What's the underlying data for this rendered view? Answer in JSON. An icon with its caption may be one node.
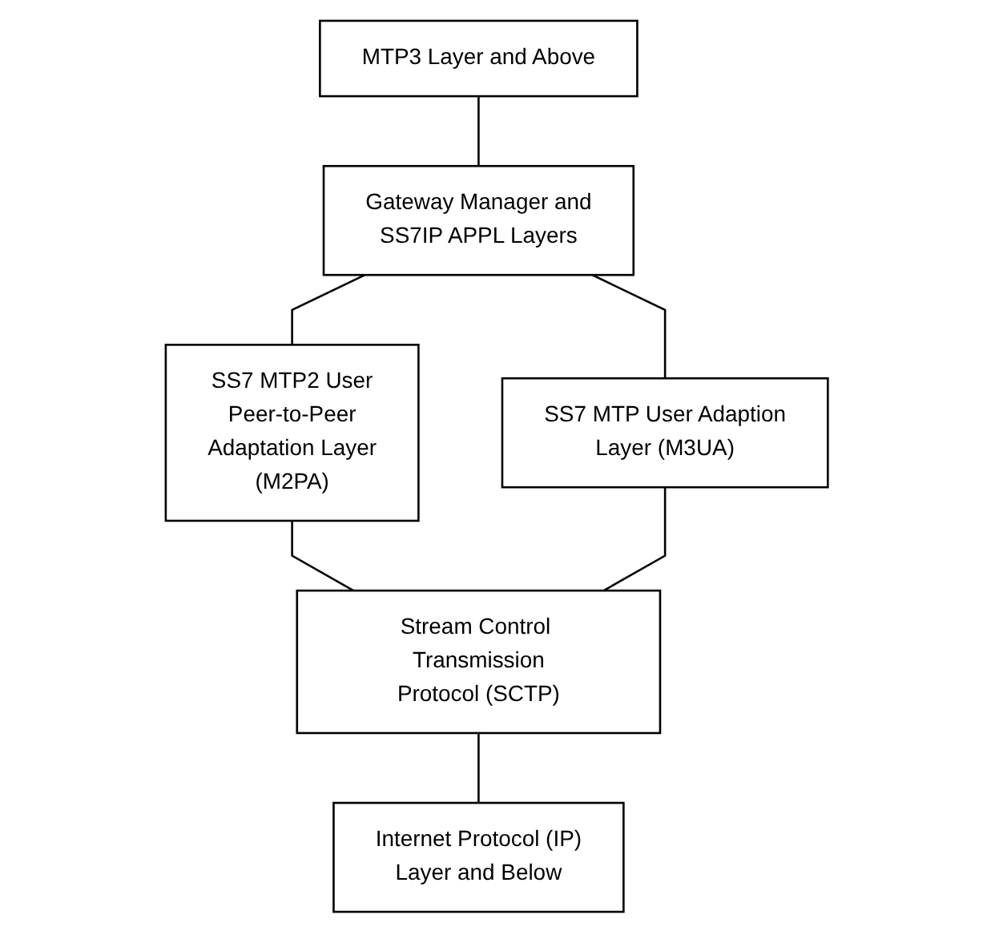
{
  "diagram": {
    "nodes": [
      {
        "text": [
          "MTP3 Layer and Above"
        ]
      },
      {
        "text": [
          "Gateway Manager and SS7IP APPL Layers"
        ]
      },
      {
        "text": [
          "SS7 MTP2 User Peer-to-Peer Adaptation Layer (M2PA)"
        ]
      },
      {
        "text": [
          "SS7 MTP User Adaption Layer (M3UA)"
        ]
      },
      {
        "text": [
          "Stream Control Transmission Protocol (SCTP)"
        ]
      },
      {
        "text": [
          "Internet Protocol (IP) Layer and Below"
        ]
      }
    ],
    "edges": [
      {
        "from": 0,
        "to": 1,
        "arrow": "none"
      },
      {
        "from": 1,
        "to": 2,
        "arrow": "none"
      },
      {
        "from": 1,
        "to": 3,
        "arrow": "none"
      },
      {
        "from": 2,
        "to": 4,
        "arrow": "none"
      },
      {
        "from": 3,
        "to": 4,
        "arrow": "none"
      },
      {
        "from": 4,
        "to": 5,
        "arrow": "none"
      }
    ]
  }
}
